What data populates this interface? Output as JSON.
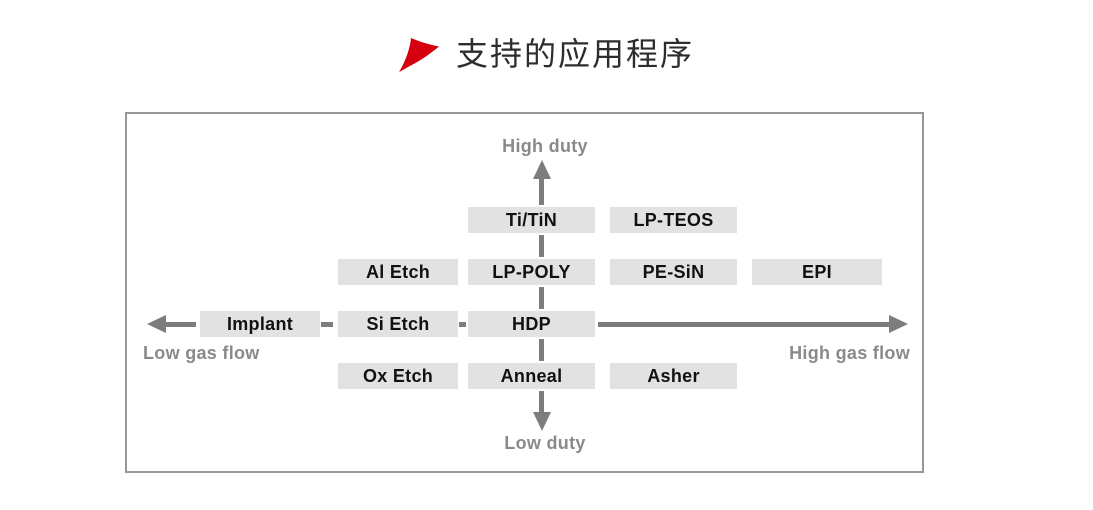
{
  "title": {
    "text": "支持的应用程序",
    "icon": "red-swoosh-arrow"
  },
  "colors": {
    "accent_red": "#d6000f",
    "box_bg": "#e2e2e2",
    "box_text": "#111111",
    "axis_gray": "#7d7d7d",
    "label_gray": "#8a8a8a",
    "panel_border": "#979797",
    "title_color": "#2d2d2d"
  },
  "axes": {
    "vertical": {
      "top_label": "High duty",
      "bottom_label": "Low duty"
    },
    "horizontal": {
      "left_label": "Low gas flow",
      "right_label": "High gas flow"
    }
  },
  "applications": [
    {
      "label": "Ti/TiN",
      "row": 0,
      "col": 2
    },
    {
      "label": "LP-TEOS",
      "row": 0,
      "col": 3
    },
    {
      "label": "Al Etch",
      "row": 1,
      "col": 1
    },
    {
      "label": "LP-POLY",
      "row": 1,
      "col": 2
    },
    {
      "label": "PE-SiN",
      "row": 1,
      "col": 3
    },
    {
      "label": "EPI",
      "row": 1,
      "col": 4
    },
    {
      "label": "Implant",
      "row": 2,
      "col": 0
    },
    {
      "label": "Si Etch",
      "row": 2,
      "col": 1
    },
    {
      "label": "HDP",
      "row": 2,
      "col": 2
    },
    {
      "label": "Ox Etch",
      "row": 3,
      "col": 1
    },
    {
      "label": "Anneal",
      "row": 3,
      "col": 2
    },
    {
      "label": "Asher",
      "row": 3,
      "col": 3
    }
  ]
}
